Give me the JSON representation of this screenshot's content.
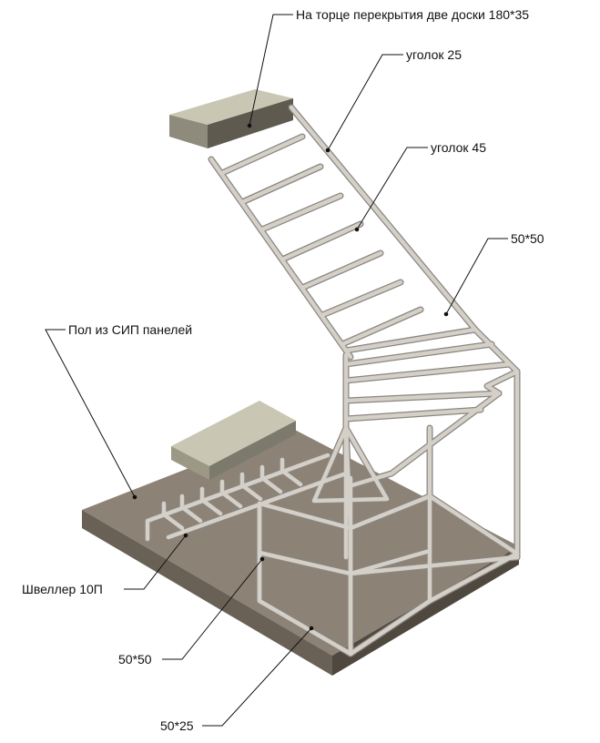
{
  "labels": {
    "deck_boards": "На торце перекрытия две доски 180*35",
    "angle_25": "уголок 25",
    "angle_45": "уголок 45",
    "tube_50x50_top": "50*50",
    "sip_floor": "Пол из СИП панелей",
    "channel_10p": "Швеллер 10П",
    "tube_50x50_bottom": "50*50",
    "tube_50x25": "50*25"
  },
  "colors": {
    "steel": "#d4d0c8",
    "steel_edge": "#8a8680",
    "concrete_top": "#8c8276",
    "concrete_side": "#5e564c",
    "slab_top": "#c9c7b3",
    "slab_side": "#8e8b7d",
    "leader": "#111111"
  }
}
